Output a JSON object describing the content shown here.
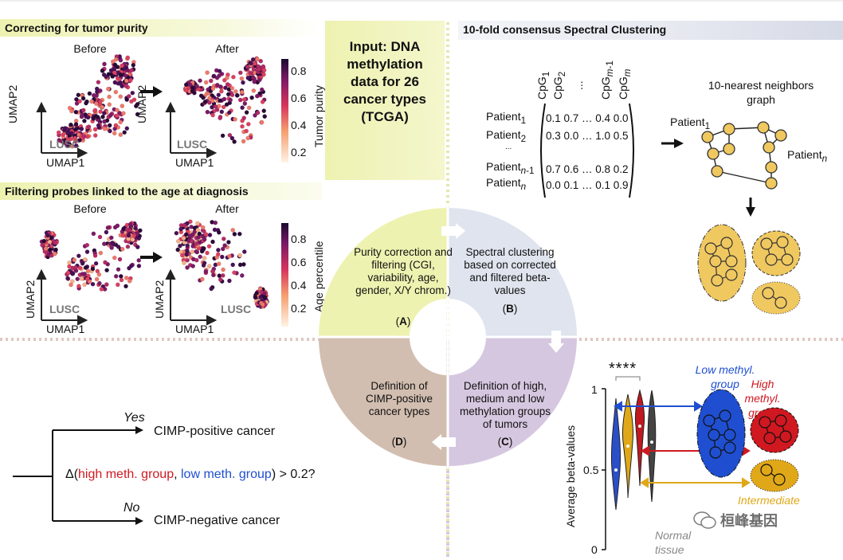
{
  "panels": {
    "purity": {
      "title": "Correcting for tumor purity",
      "before": "Before",
      "after": "After",
      "cancer": "LUSC",
      "x_axis": "UMAP1",
      "y_axis": "UMAP2",
      "colorbar_label": "Tumor purity",
      "colorbar_ticks": [
        "0.8",
        "0.6",
        "0.4",
        "0.2"
      ]
    },
    "age": {
      "title": "Filtering probes linked to the age at diagnosis",
      "before": "Before",
      "after": "After",
      "cancer": "LUSC",
      "x_axis": "UMAP1",
      "y_axis": "UMAP2",
      "colorbar_label": "Age percentile",
      "colorbar_ticks": [
        "0.8",
        "0.6",
        "0.4",
        "0.2"
      ]
    },
    "input": {
      "text": "Input: DNA methylation data for 26 cancer types (TCGA)"
    },
    "clustering": {
      "title": "10-fold consensus Spectral Clustering",
      "columns": [
        "CpG1",
        "CpG2",
        "...",
        "CpGm-1",
        "CpGm"
      ],
      "rows": [
        {
          "label": "Patient1",
          "values": "0.1 0.7 … 0.4 0.0"
        },
        {
          "label": "Patient2",
          "values": "0.3 0.0 … 1.0 0.5"
        },
        {
          "label": "...",
          "values": ""
        },
        {
          "label": "Patientn-1",
          "values": "0.7 0.6 … 0.8 0.2"
        },
        {
          "label": "Patientn",
          "values": "0.0 0.1 … 0.1 0.9"
        }
      ],
      "graph_title": "10-nearest neighbors graph",
      "graph_patient1": "Patient1",
      "graph_patientn": "Patientn"
    },
    "wheel": {
      "A": {
        "text": "Purity correction and filtering (CGI, variability, age, gender, X/Y chrom.)",
        "tag": "A"
      },
      "B": {
        "text": "Spectral clustering based on corrected and filtered beta-values",
        "tag": "B"
      },
      "C": {
        "text": "Definition of high, medium and low methylation groups of tumors",
        "tag": "C"
      },
      "D": {
        "text": "Definition of CIMP-positive cancer types",
        "tag": "D"
      },
      "colors": {
        "A": "#eef2b0",
        "B": "#dfe4ee",
        "C": "#d6c7e0",
        "D": "#d2beb0"
      }
    },
    "decision": {
      "yes": "Yes",
      "no": "No",
      "positive": "CIMP-positive cancer",
      "negative": "CIMP-negative cancer",
      "delta_prefix": "Δ(",
      "high_group": "high meth. group",
      "comma": ", ",
      "low_group": "low meth. group",
      "delta_suffix": ") > 0.2?"
    },
    "violin": {
      "ylabel": "Average beta-values",
      "yticks": [
        "1",
        "0.5",
        "0"
      ],
      "significance": "****",
      "low_label": "Low methyl. group",
      "high_label": "High methyl. group",
      "intermediate_label": "Intermediate",
      "normal_label": "Normal tissue",
      "colors": {
        "low": "#1f4fd0",
        "high": "#d01820",
        "intermediate": "#e0a818",
        "normal": "#555555"
      }
    },
    "watermark": "桓峰基因"
  }
}
